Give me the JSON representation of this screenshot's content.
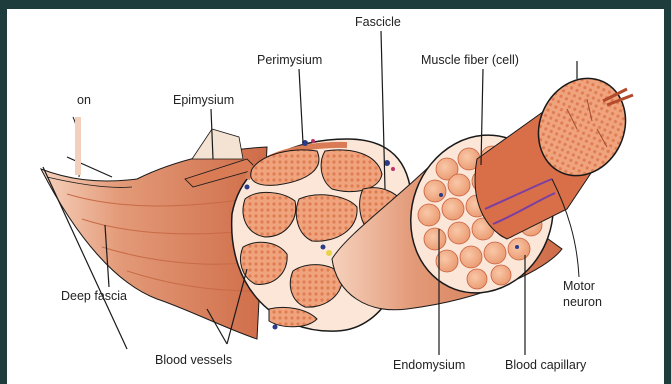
{
  "labels": {
    "tendon": "on",
    "epimysium": "Epimysium",
    "perimysium": "Perimysium",
    "fascicle": "Fascicle",
    "muscle_fiber": "Muscle fiber (cell)",
    "deep_fascia": "Deep fascia",
    "blood_vessels": "Blood vessels",
    "endomysium": "Endomysium",
    "blood_capillary": "Blood capillary",
    "motor_neuron_line1": "Motor",
    "motor_neuron_line2": "neuron"
  },
  "colors": {
    "frame": "#1f3c3c",
    "muscle": "#e08860",
    "muscle_dark": "#c8603e",
    "fiber": "#f2a57c",
    "tissue": "#fbe6d8",
    "outline": "#1a1a1a",
    "nerve": "#7a3fa0"
  }
}
